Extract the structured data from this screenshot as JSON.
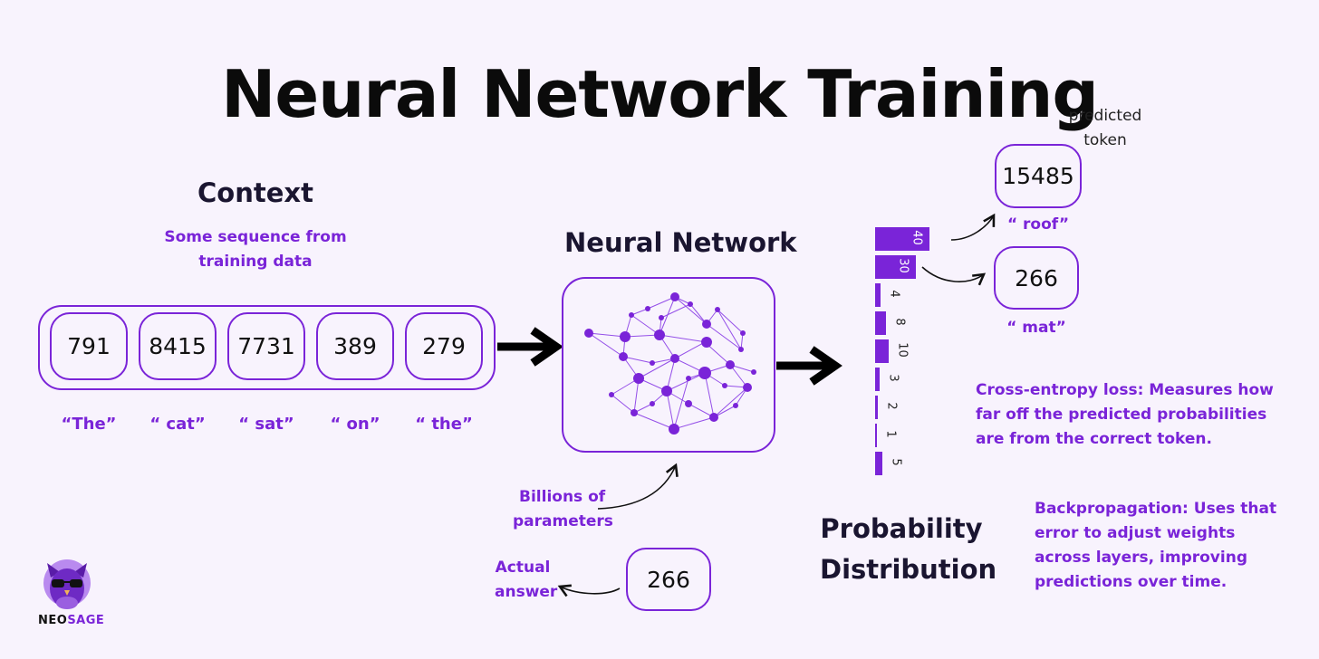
{
  "title": "Neural Network Training",
  "context": {
    "heading": "Context",
    "subtitle_line1": "Some sequence from",
    "subtitle_line2": "training data",
    "tokens": [
      {
        "id": "791",
        "word": "“The”"
      },
      {
        "id": "8415",
        "word": "“ cat”"
      },
      {
        "id": "7731",
        "word": "“ sat”"
      },
      {
        "id": "389",
        "word": "“ on”"
      },
      {
        "id": "279",
        "word": "“ the”"
      }
    ]
  },
  "network": {
    "heading": "Neural Network",
    "params_line1": "Billions of",
    "params_line2": "parameters"
  },
  "actual": {
    "label_line1": "Actual",
    "label_line2": "answer",
    "token": "266"
  },
  "distribution": {
    "heading_line1": "Probability",
    "heading_line2": "Distribution",
    "values": [
      40,
      30,
      4,
      8,
      10,
      3,
      2,
      1,
      5
    ]
  },
  "predicted": {
    "label_line1": "predicted",
    "label_line2": "token",
    "token": "15485",
    "word": "“ roof”"
  },
  "correct": {
    "token": "266",
    "word": "“ mat”"
  },
  "notes": {
    "loss_line1": "Cross-entropy loss: Measures how",
    "loss_line2": "far off the predicted probabilities",
    "loss_line3": "are from the correct token.",
    "backprop_line1": "Backpropagation: Uses that",
    "backprop_line2": "error to adjust weights",
    "backprop_line3": "across layers, improving",
    "backprop_line4": "predictions over time."
  },
  "logo": {
    "part1": "NEO",
    "part2": "SAGE"
  },
  "colors": {
    "accent": "#7a24d8",
    "background": "#f8f3fd",
    "text": "#111111"
  }
}
